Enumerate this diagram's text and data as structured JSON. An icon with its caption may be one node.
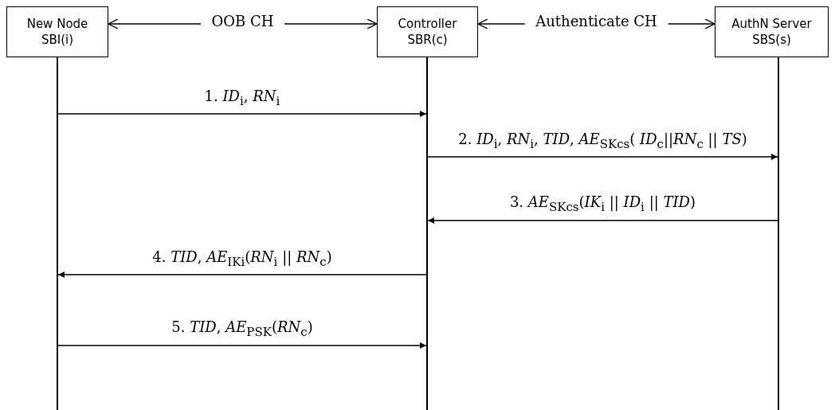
{
  "diagram": {
    "nodes": [
      {
        "text": [
          "New Node",
          "SBI(i)"
        ]
      },
      {
        "text": [
          "Controller",
          "SBR(c)"
        ]
      },
      {
        "text": [
          "AuthN Server",
          "SBS(s)"
        ]
      },
      {
        "text": [],
        "shape": "bar"
      },
      {
        "text": [],
        "shape": "bar"
      },
      {
        "text": [],
        "shape": "bar"
      }
    ],
    "edges": [
      {
        "from": 0,
        "to": 1,
        "arrow": "both",
        "label": "OOB CH"
      },
      {
        "from": 1,
        "to": 2,
        "arrow": "both",
        "label": "Authenticate CH"
      },
      {
        "from": 3,
        "to": 4,
        "arrow": "to",
        "label": "1. *ID*$_{i}$, *RN*$_{i}$"
      },
      {
        "from": 4,
        "to": 5,
        "arrow": "to",
        "label": "2. *ID*$_{i}$, *RN*$_{i}$, *TID*, *AE*$_{SKcs}$( *ID*$_{c}$||*RN*$_{c}$ || *TS*)"
      },
      {
        "from": 5,
        "to": 4,
        "arrow": "to",
        "label": "3. *AE*$_{SKcs}$(*IK*$_{i}$ || *ID*$_{i}$ || *TID*)"
      },
      {
        "from": 4,
        "to": 3,
        "arrow": "to",
        "label": "4. *TID*, *AE*$_{IKi}$(*RN*$_{i}$ || *RN*$_{c}$)"
      },
      {
        "from": 3,
        "to": 4,
        "arrow": "to",
        "label": "5. *TID*, *AE*$_{PSK}$(*RN*$_{c}$)"
      }
    ]
  }
}
